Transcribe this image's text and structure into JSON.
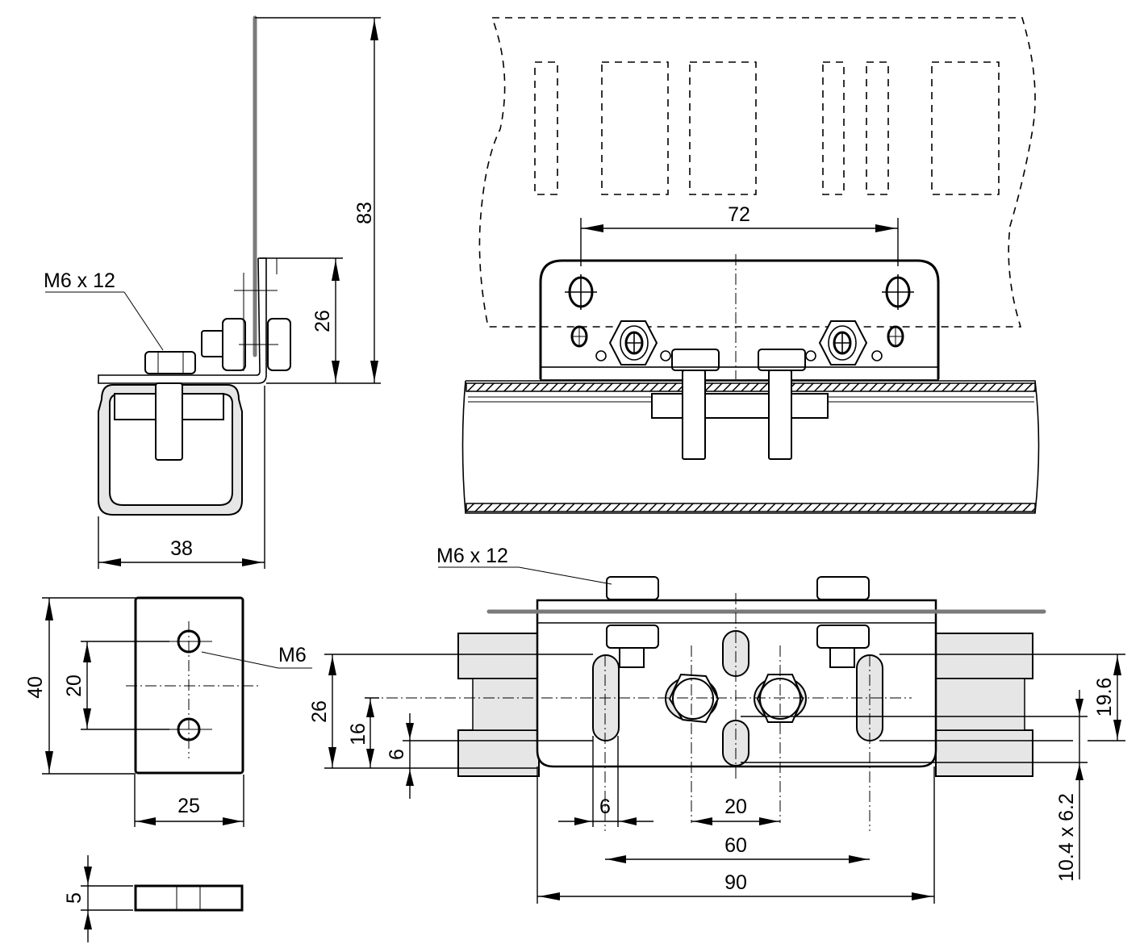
{
  "drawing": {
    "type": "technical-dimension-drawing",
    "subject": "Mounting bracket kit on profile rail",
    "units": "mm"
  },
  "views": {
    "side_view": {
      "labels": {
        "screw_callout": "M6 x 12"
      },
      "dimensions": {
        "total_height": "83",
        "bracket_height": "26",
        "profile_width": "38"
      }
    },
    "front_view": {
      "dimensions": {
        "hole_spacing": "72"
      }
    },
    "clamp_plate_view": {
      "labels": {
        "thread_callout": "M6"
      },
      "dimensions": {
        "height": "40",
        "hole_spacing": "20",
        "width": "25",
        "thickness": "5"
      }
    },
    "top_view": {
      "labels": {
        "screw_callout": "M6 x 12"
      },
      "dimensions": {
        "height_26": "26",
        "height_16": "16",
        "height_6": "6",
        "slot_width": "6",
        "center_spacing": "20",
        "slot_spacing": "60",
        "overall_width": "90",
        "slot_offset": "19.6",
        "slot_size": "10.4 x 6.2"
      }
    }
  }
}
